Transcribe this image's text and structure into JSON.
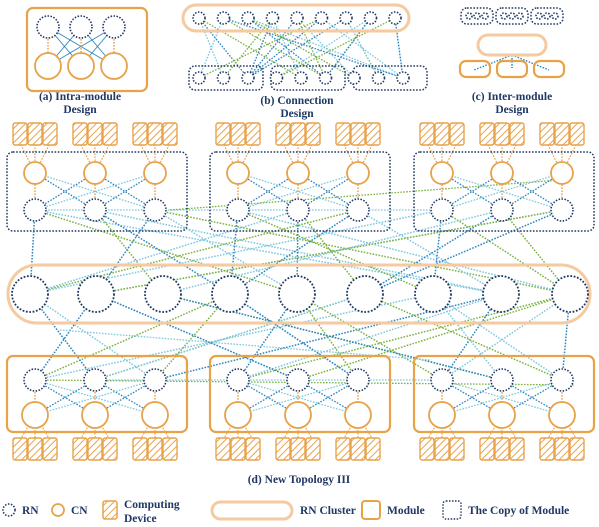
{
  "captions": {
    "a_line1": "(a) Intra-module",
    "a_line2": "Design",
    "b_line1": "(b) Connection",
    "b_line2": "Design",
    "c_line1": "(c) Inter-module",
    "c_line2": "Design",
    "d": "(d) New Topology III"
  },
  "legend": {
    "rn": "RN",
    "cn": "CN",
    "device_line1": "Computing",
    "device_line2": "Device",
    "cluster": "RN Cluster",
    "module": "Module",
    "copy": "The Copy of Module"
  },
  "colors": {
    "orange": "#e8a24a",
    "orange_light": "#f6caa0",
    "navy": "#1f3864",
    "blue": "#2e86c1",
    "green": "#7cb342",
    "light_blue": "#7fc8e0"
  }
}
